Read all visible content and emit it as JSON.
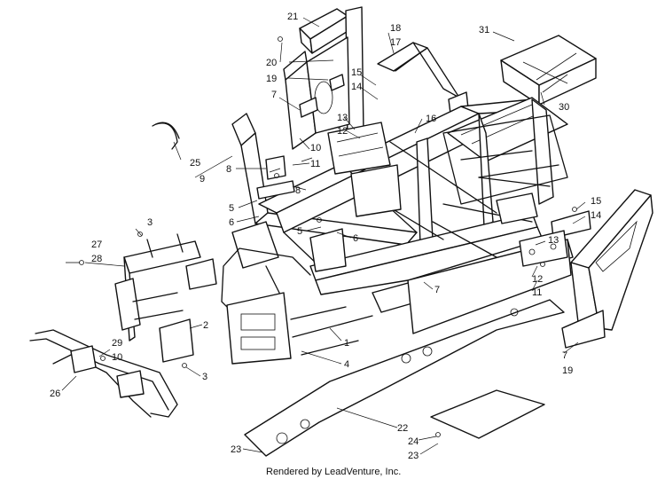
{
  "caption": "Rendered by LeadVenture, Inc.",
  "callouts": [
    "21",
    "20",
    "19",
    "7",
    "10",
    "11",
    "25",
    "9",
    "8",
    "8",
    "5",
    "6",
    "5",
    "6",
    "3",
    "27",
    "28",
    "2",
    "3",
    "29",
    "10",
    "26",
    "18",
    "17",
    "15",
    "14",
    "13",
    "12",
    "16",
    "31",
    "30",
    "15",
    "14",
    "13",
    "12",
    "11",
    "7",
    "1",
    "4",
    "7",
    "19",
    "22",
    "24",
    "23",
    "23"
  ]
}
